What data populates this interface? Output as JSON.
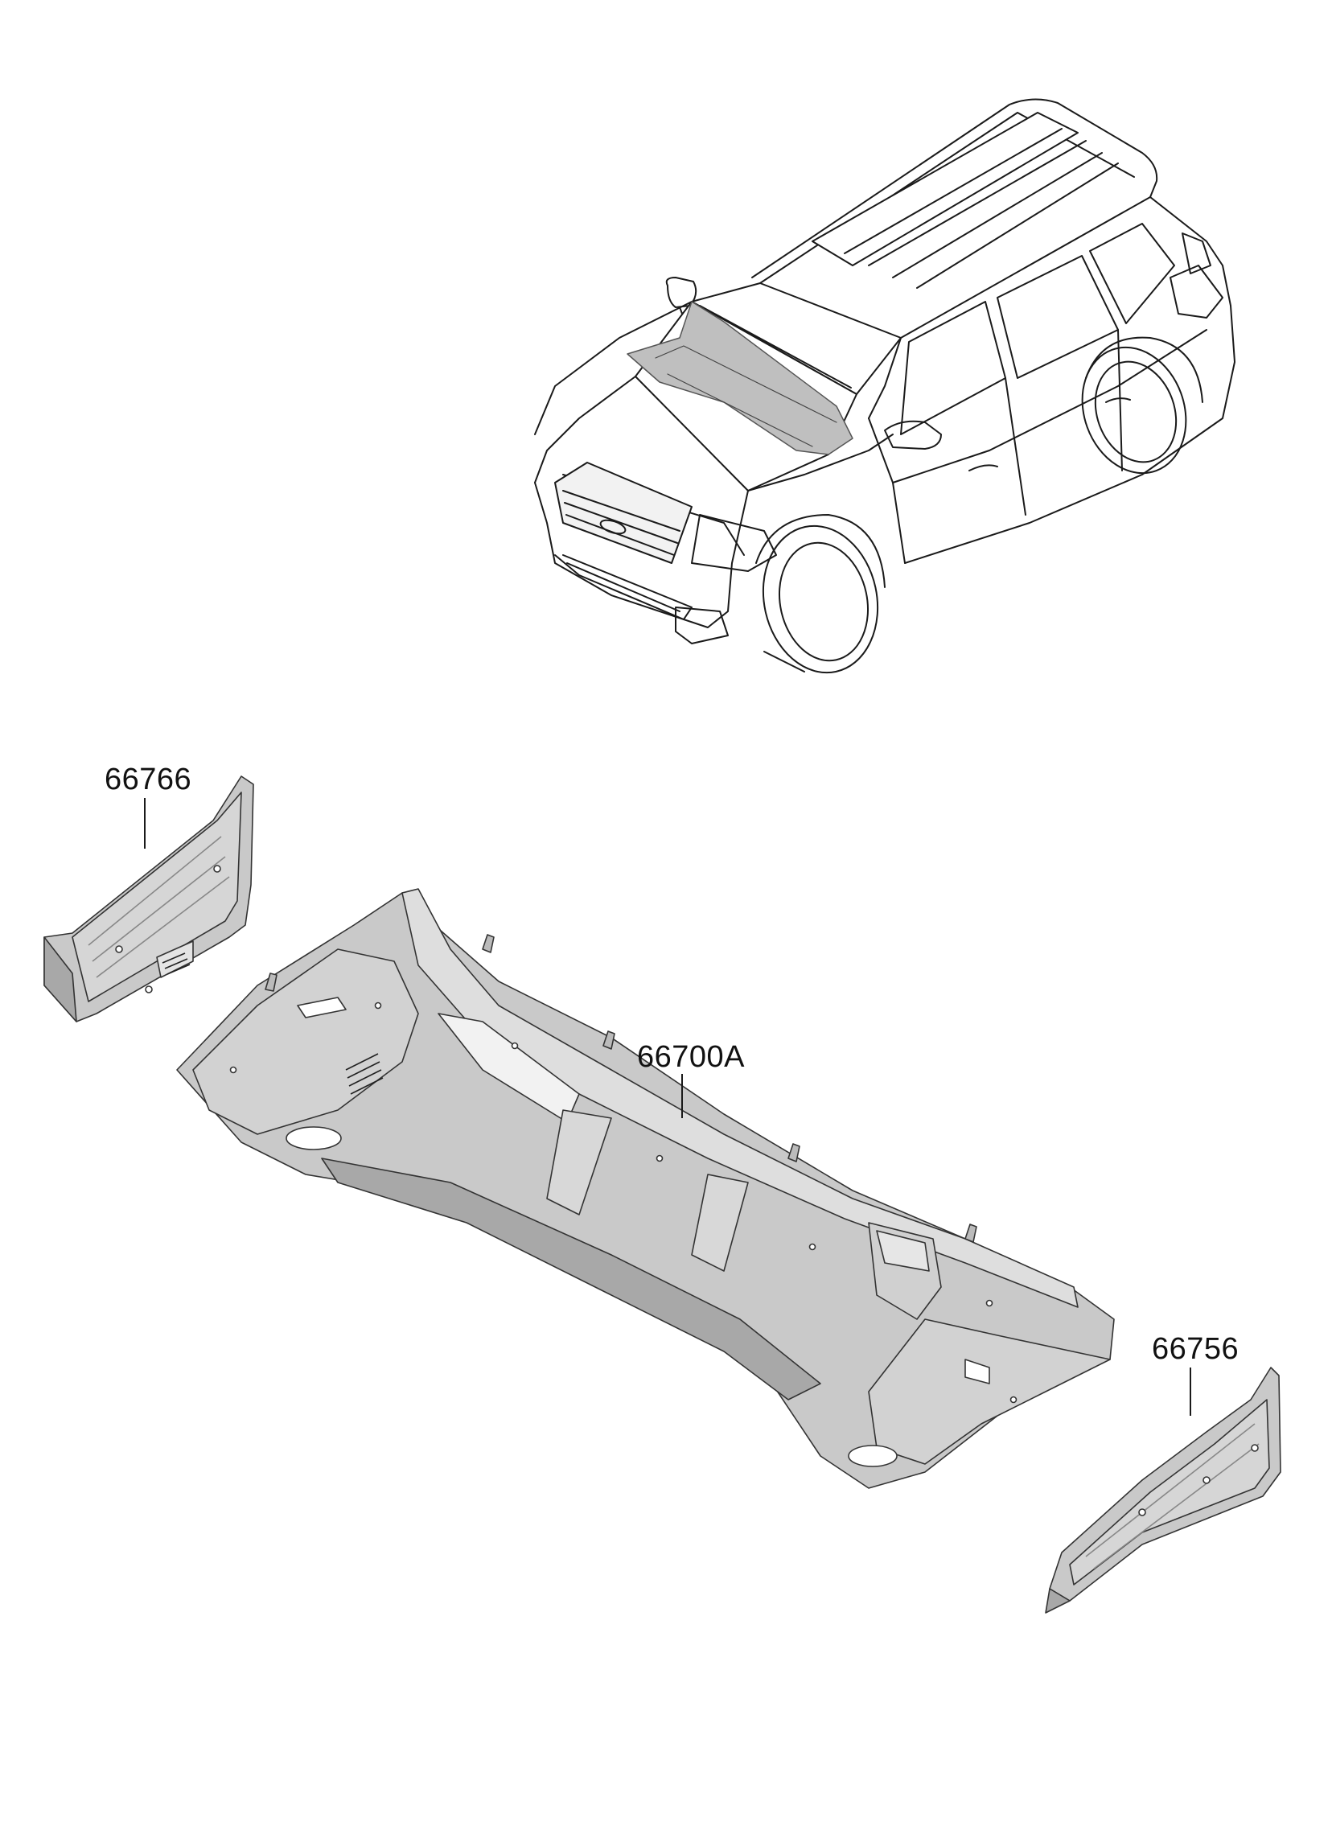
{
  "diagram": {
    "callouts": {
      "part_66766": "66766",
      "part_66700A": "66700A",
      "part_66756": "66756"
    },
    "colors": {
      "line": "#1a1a1a",
      "panel_fill": "#c9c9c9",
      "panel_light": "#dedede",
      "panel_shadow": "#a8a8a8",
      "highlight": "#bfbfbf"
    }
  }
}
